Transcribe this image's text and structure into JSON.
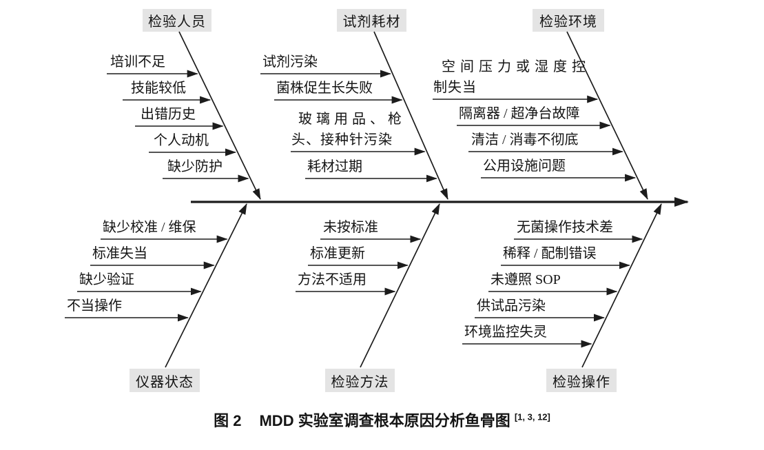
{
  "figure": {
    "caption": {
      "prefix": "图 2",
      "title": "MDD 实验室调查根本原因分析鱼骨图",
      "reference": "[1, 3, 12]"
    },
    "colors": {
      "line": "#1c1c1c",
      "category_box_bg": "#e4e4e4",
      "text": "#141414",
      "background": "#ffffff"
    },
    "spine": {
      "direction": "left-to-right"
    },
    "branches": [
      {
        "id": "inspection-personnel",
        "label": "检验人员",
        "side": "top",
        "causes": [
          "培训不足",
          "技能较低",
          "出错历史",
          "个人动机",
          "缺少防护"
        ]
      },
      {
        "id": "reagent-consumables",
        "label": "试剂耗材",
        "side": "top",
        "causes": [
          "试剂污染",
          "菌株促生长失败",
          "玻璃用品、枪头、接种针污染",
          "耗材过期"
        ]
      },
      {
        "id": "inspection-environment",
        "label": "检验环境",
        "side": "top",
        "causes": [
          "空间压力或湿度控制失当",
          "隔离器 / 超净台故障",
          "清洁 / 消毒不彻底",
          "公用设施问题"
        ]
      },
      {
        "id": "instrument-status",
        "label": "仪器状态",
        "side": "bottom",
        "causes": [
          "缺少校准 / 维保",
          "标准失当",
          "缺少验证",
          "不当操作"
        ]
      },
      {
        "id": "inspection-method",
        "label": "检验方法",
        "side": "bottom",
        "causes": [
          "未按标准",
          "标准更新",
          "方法不适用"
        ]
      },
      {
        "id": "inspection-operation",
        "label": "检验操作",
        "side": "bottom",
        "causes": [
          "无菌操作技术差",
          "稀释 / 配制错误",
          "未遵照 SOP",
          "供试品污染",
          "环境监控失灵"
        ]
      }
    ]
  }
}
